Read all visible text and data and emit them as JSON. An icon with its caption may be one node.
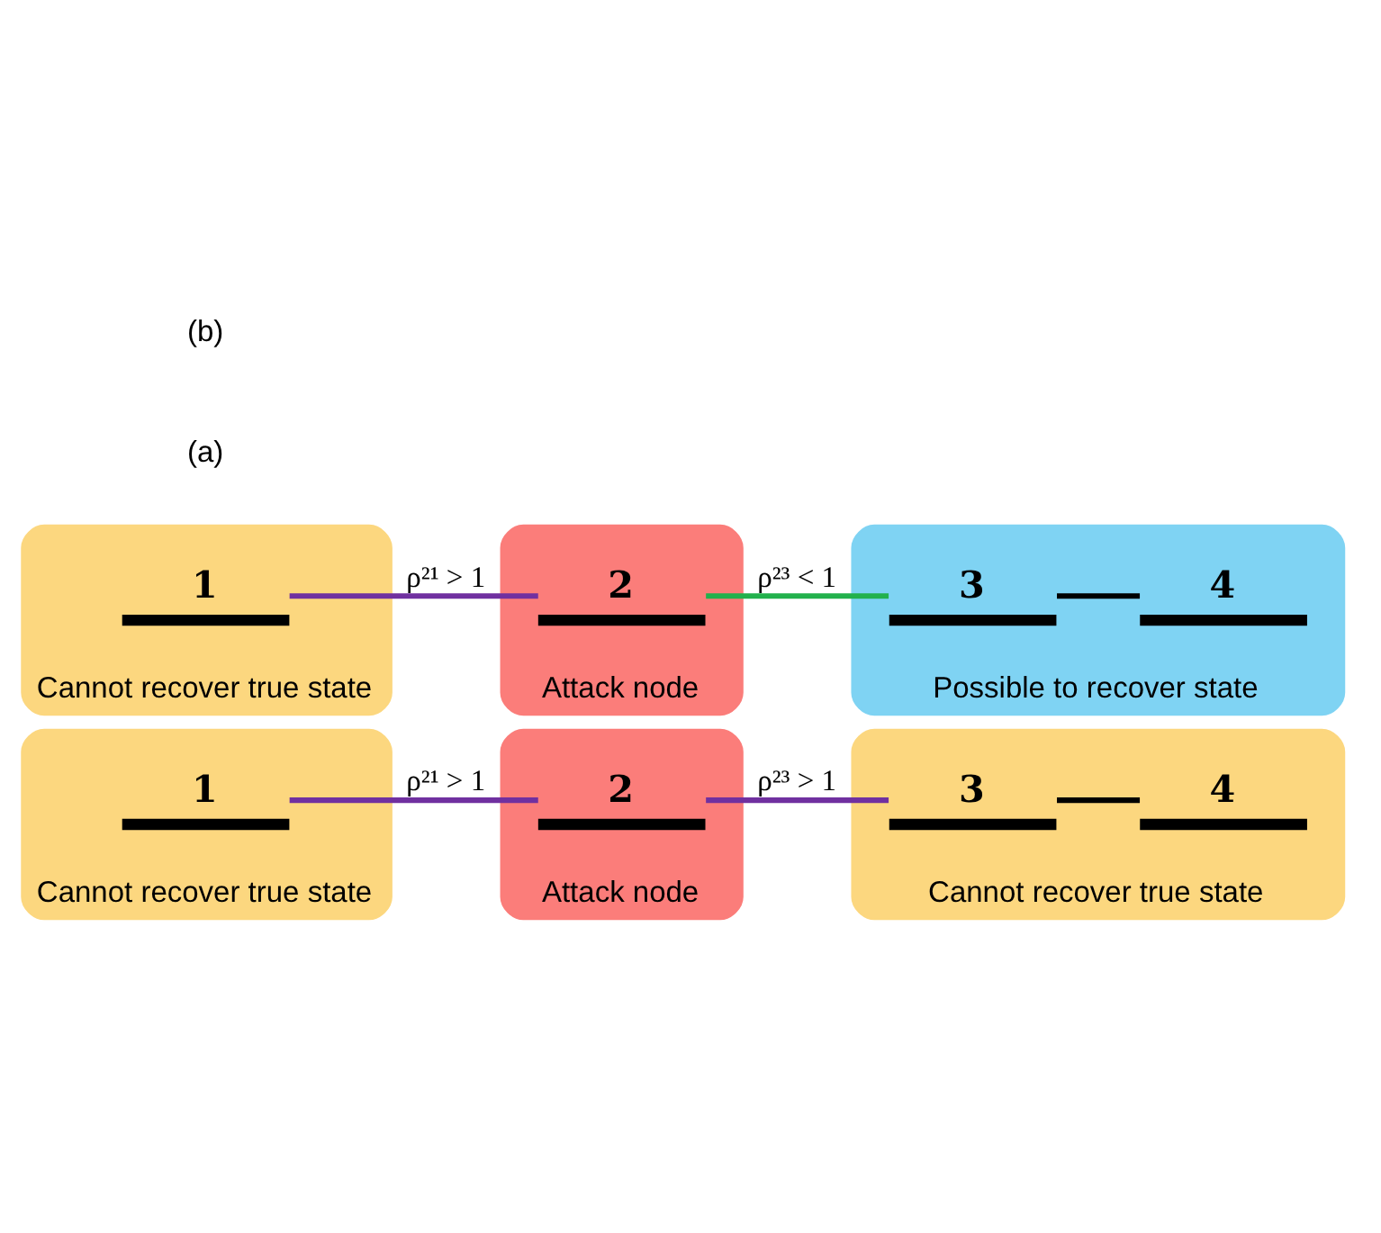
{
  "diagram": {
    "nodes": [
      {
        "text": [
          "Cannot recover true state"
        ]
      },
      {
        "text": [
          "1"
        ],
        "in": 0
      },
      {
        "text": [
          "Attack node"
        ]
      },
      {
        "text": [
          "2"
        ],
        "in": 2
      },
      {
        "text": [
          "Cannot recover true state"
        ]
      },
      {
        "text": [
          "3"
        ],
        "in": 4
      },
      {
        "text": [
          "4"
        ],
        "in": 4
      },
      {
        "text": [
          "Cannot recover true state"
        ]
      },
      {
        "text": [
          "1"
        ],
        "in": 7
      },
      {
        "text": [
          "Attack node"
        ]
      },
      {
        "text": [
          "2"
        ],
        "in": 9
      },
      {
        "text": [
          "Possible to recover state"
        ]
      },
      {
        "text": [
          "3"
        ],
        "in": 11
      },
      {
        "text": [
          "4"
        ],
        "in": 11
      }
    ],
    "edges": [
      {
        "from": 1,
        "to": 3,
        "arrow": "none",
        "label": "ρ²¹ > 1",
        "color": "#7030a0"
      },
      {
        "from": 3,
        "to": 5,
        "arrow": "none",
        "label": "ρ²³ > 1",
        "color": "#7030a0"
      },
      {
        "from": 5,
        "to": 6,
        "arrow": "none",
        "color": "#000000"
      },
      {
        "from": 8,
        "to": 10,
        "arrow": "none",
        "label": "ρ²¹ > 1",
        "color": "#7030a0"
      },
      {
        "from": 10,
        "to": 12,
        "arrow": "none",
        "label": "ρ²³ < 1",
        "color": "#22b14c"
      },
      {
        "from": 12,
        "to": 13,
        "arrow": "none",
        "color": "#000000"
      }
    ],
    "labels": [
      "(a)",
      "(b)"
    ]
  }
}
